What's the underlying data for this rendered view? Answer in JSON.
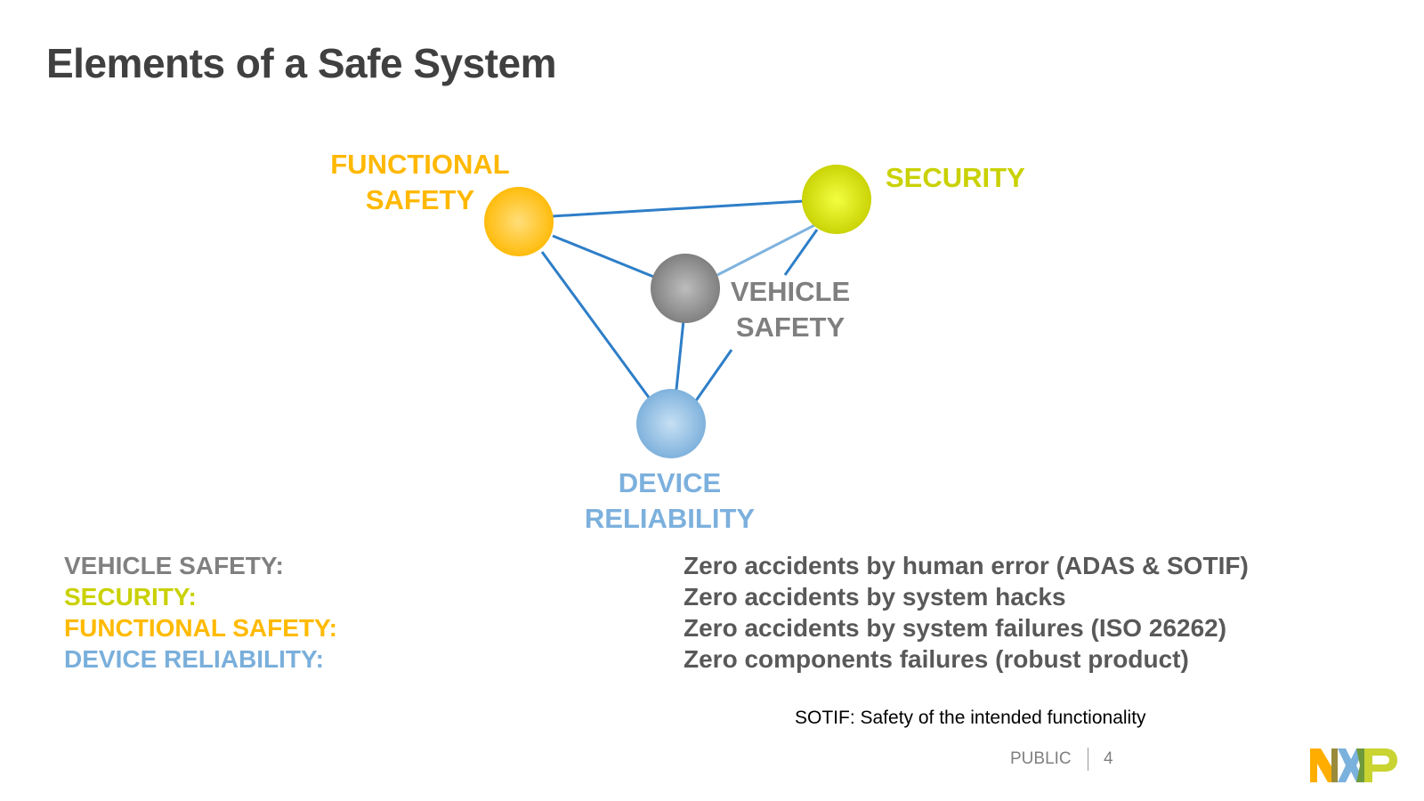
{
  "slide": {
    "title": "Elements of a Safe System"
  },
  "diagram": {
    "nodes": [
      {
        "id": "functional_safety",
        "label_lines": [
          "FUNCTIONAL",
          "SAFETY"
        ],
        "color": "#FFBA00"
      },
      {
        "id": "security",
        "label_lines": [
          "SECURITY"
        ],
        "color": "#C9D100"
      },
      {
        "id": "vehicle_safety",
        "label_lines": [
          "VEHICLE",
          "SAFETY"
        ],
        "color": "#808080"
      },
      {
        "id": "device_reliability",
        "label_lines": [
          "DEVICE",
          "RELIABILITY"
        ],
        "color": "#7AAFDB"
      }
    ],
    "edges": [
      {
        "from": "functional_safety",
        "to": "security"
      },
      {
        "from": "functional_safety",
        "to": "vehicle_safety"
      },
      {
        "from": "functional_safety",
        "to": "device_reliability"
      },
      {
        "from": "security",
        "to": "vehicle_safety"
      },
      {
        "from": "security",
        "to": "device_reliability"
      },
      {
        "from": "vehicle_safety",
        "to": "device_reliability"
      }
    ],
    "edge_color": "#2E7EC8"
  },
  "definitions": [
    {
      "term": "VEHICLE SAFETY:",
      "description": "Zero accidents by human error (ADAS & SOTIF)",
      "color": "#808080"
    },
    {
      "term": "SECURITY:",
      "description": "Zero accidents by system hacks",
      "color": "#C9D100"
    },
    {
      "term": "FUNCTIONAL SAFETY:",
      "description": "Zero accidents by system failures (ISO 26262)",
      "color": "#FFBA00"
    },
    {
      "term": "DEVICE RELIABILITY:",
      "description": "Zero components failures (robust product)",
      "color": "#7AAFDB"
    }
  ],
  "footnote": "SOTIF: Safety of the intended functionality",
  "footer": {
    "classification": "PUBLIC",
    "page_number": "4",
    "logo": "NXP"
  }
}
